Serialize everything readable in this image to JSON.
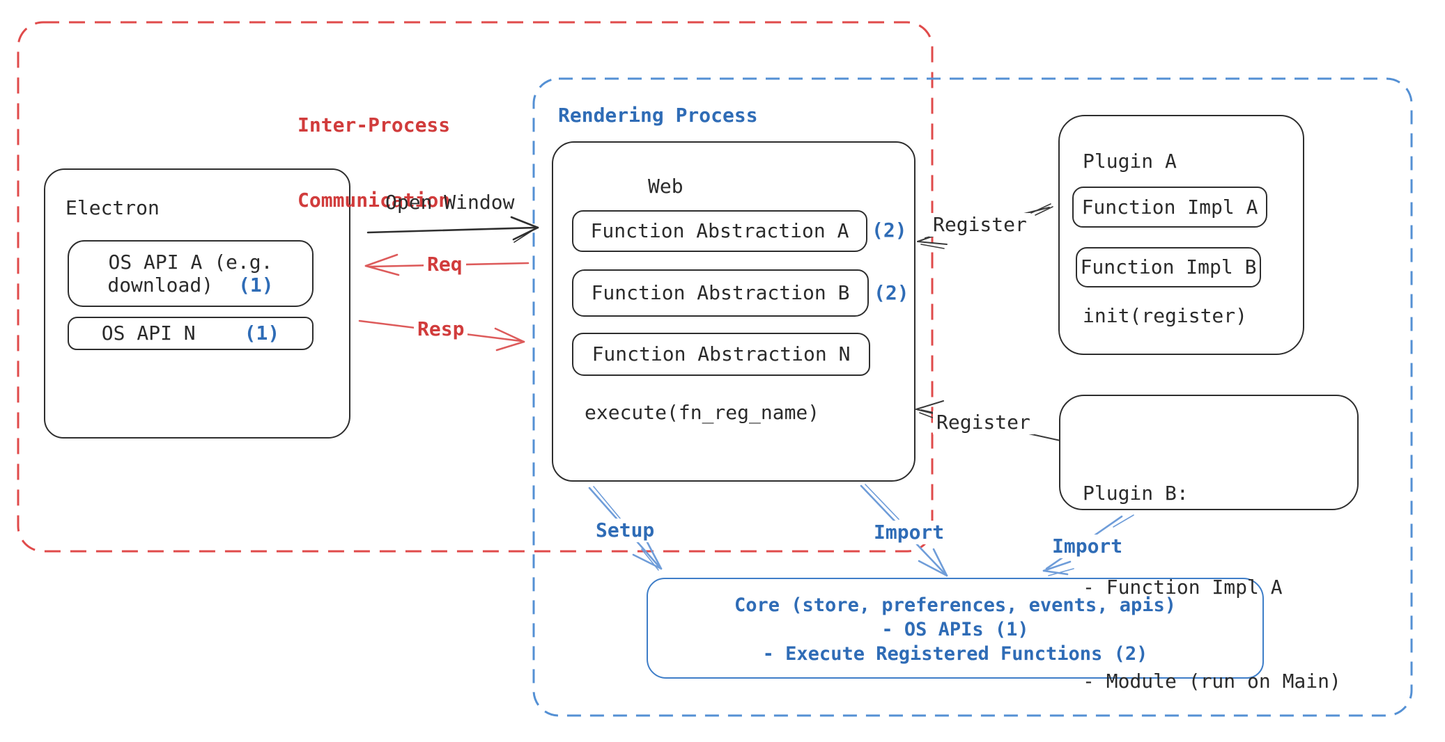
{
  "title": "Electron inter-process communication plugin architecture diagram",
  "colors": {
    "black": "#2b2b2b",
    "red_text": "#d13c3c",
    "red_dashed_border": "#e04b4b",
    "red_arrow": "#dd5b5b",
    "blue_text": "#2f6cb6",
    "blue_dashed_border": "#5490d4",
    "blue_arrow": "#6f9dd9",
    "core_border": "#3f7ec8",
    "background": "#ffffff"
  },
  "regions": {
    "ipc": {
      "label_line1": "Inter-Process",
      "label_line2": "Communication"
    },
    "rendering": {
      "label": "Rendering Process"
    }
  },
  "electron": {
    "title": "Electron",
    "os_api_a": {
      "line1": "OS API A (e.g.",
      "line2": "download)",
      "badge": "(1)"
    },
    "os_api_n": {
      "label": "OS API N",
      "badge": "(1)"
    }
  },
  "web": {
    "title": "Web",
    "abstractions": [
      {
        "label": "Function Abstraction A",
        "badge": "(2)"
      },
      {
        "label": "Function Abstraction B",
        "badge": "(2)"
      },
      {
        "label": "Function Abstraction N",
        "badge": ""
      }
    ],
    "execute_label": "execute(fn_reg_name)"
  },
  "plugin_a": {
    "title": "Plugin A",
    "impl_a": "Function Impl A",
    "impl_b": "Function Impl B",
    "init_label": "init(register)"
  },
  "plugin_b": {
    "line1": "Plugin B:",
    "line2": "- Function Impl A",
    "line3": "- Module (run on Main)"
  },
  "core": {
    "line1": "Core (store, preferences, events, apis)",
    "line2": "- OS APIs (1)",
    "line3": "- Execute Registered Functions (2)"
  },
  "arrows": {
    "open_window": "Open Window",
    "req": "Req",
    "resp": "Resp",
    "register_top": "Register",
    "register_bottom": "Register",
    "setup": "Setup",
    "import_web": "Import",
    "import_plugin": "Import"
  }
}
